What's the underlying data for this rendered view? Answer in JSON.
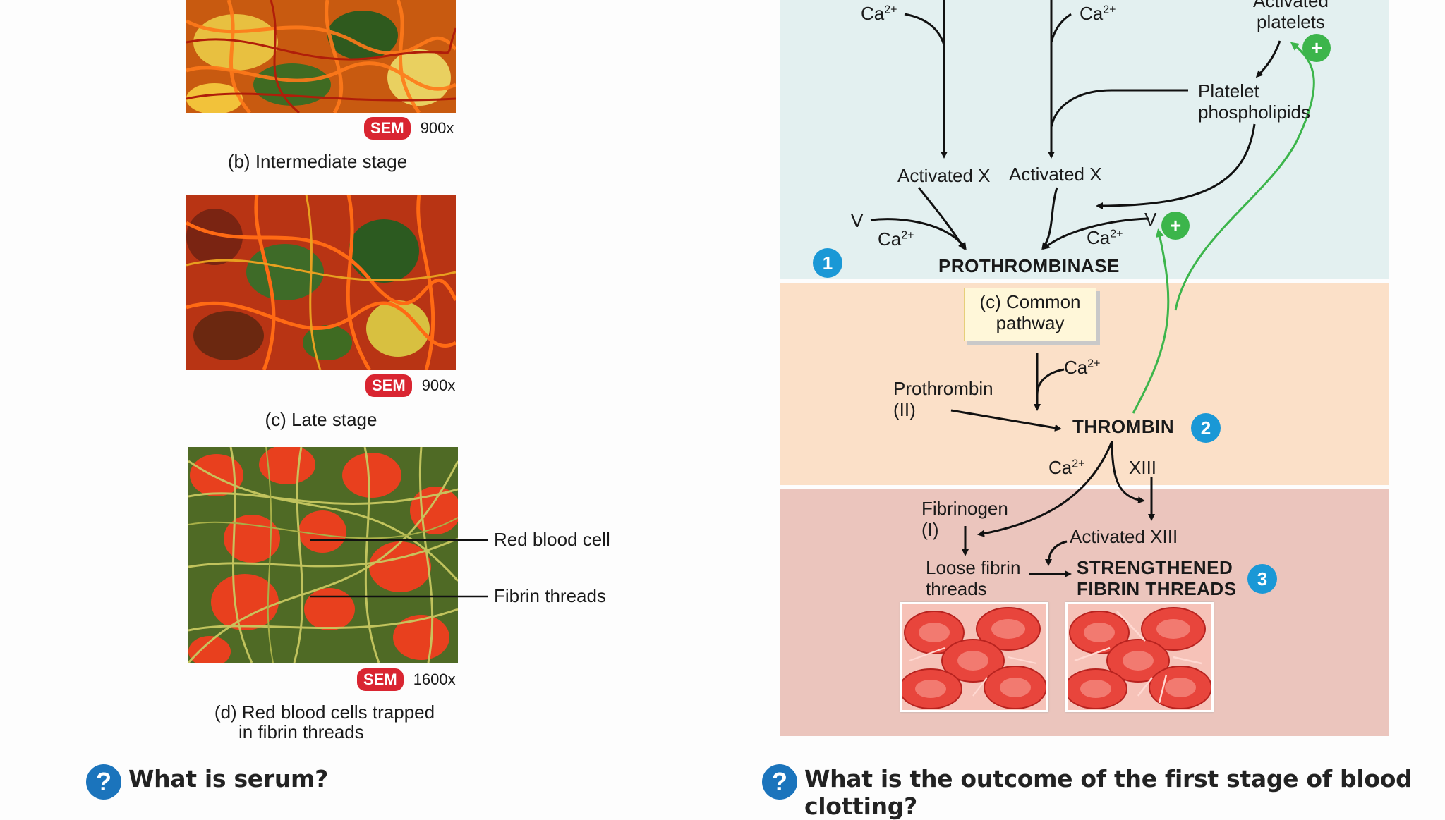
{
  "left": {
    "panel_b": {
      "sem": "SEM",
      "magnification": "900x",
      "caption": "(b) Intermediate stage"
    },
    "panel_c": {
      "sem": "SEM",
      "magnification": "900x",
      "caption": "(c) Late stage"
    },
    "panel_d": {
      "sem": "SEM",
      "magnification": "1600x",
      "caption_line1": "(d) Red blood cells trapped",
      "caption_line2": "in fibrin threads",
      "label_rbc": "Red blood cell",
      "label_fibrin": "Fibrin threads"
    }
  },
  "diagram": {
    "ca_base": "Ca",
    "ca_sup": "2+",
    "activated_platelets": "Activated\nplatelets",
    "platelet_phospholipids_1": "Platelet",
    "platelet_phospholipids_2": "phospholipids",
    "activated_x_left": "Activated X",
    "activated_x_right": "Activated X",
    "v_left": "V",
    "v_right": "V",
    "prothrombinase": "PROTHROMBINASE",
    "pathway_1": "(c) Common",
    "pathway_2": "pathway",
    "prothrombin_1": "Prothrombin",
    "prothrombin_2": "(II)",
    "thrombin": "THROMBIN",
    "xiii": "XIII",
    "fibrinogen_1": "Fibrinogen",
    "fibrinogen_2": "(I)",
    "activated_xiii": "Activated XIII",
    "loose_1": "Loose fibrin",
    "loose_2": "threads",
    "strength_1": "STRENGTHENED",
    "strength_2": "FIBRIN THREADS",
    "step1": "1",
    "step2": "2",
    "step3": "3",
    "plus": "+"
  },
  "questions": {
    "icon": "?",
    "q1": "What is serum?",
    "q2": "What is the outcome of the first stage of blood clotting?"
  },
  "colors": {
    "band_top": "#e3f0f0",
    "band_middle": "#fbe0c8",
    "band_bottom": "#ebc5bd",
    "step_blue": "#1a98d6",
    "green_arrow": "#3cb54b",
    "sem_red": "#d92531"
  }
}
